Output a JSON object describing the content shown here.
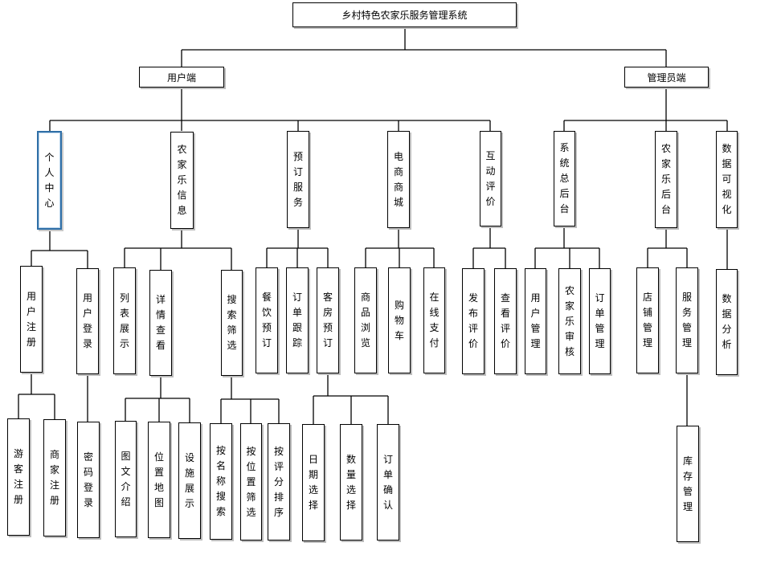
{
  "diagram": {
    "root": "乡村特色农家乐服务管理系统",
    "branches": {
      "user": "用户端",
      "admin": "管理员端"
    },
    "modules": {
      "profile": "个人中心",
      "farm_info": "农家乐信息",
      "booking": "预订服务",
      "mall": "电商商城",
      "review": "互动评价",
      "sys_admin": "系统总后台",
      "farm_admin": "农家乐后台",
      "dataviz": "数据可视化"
    },
    "features": {
      "user_register": "用户注册",
      "user_login": "用户登录",
      "list_display": "列表展示",
      "detail_view": "详情查看",
      "search_filter": "搜索筛选",
      "dining_booking": "餐饮预订",
      "order_tracking": "订单跟踪",
      "room_booking": "客房预订",
      "product_browse": "商品浏览",
      "shopping_cart": "购物车",
      "online_payment": "在线支付",
      "post_review": "发布评价",
      "view_review": "查看评价",
      "user_mgmt": "用户管理",
      "farm_audit": "农家乐审核",
      "order_mgmt": "订单管理",
      "shop_mgmt": "店铺管理",
      "service_mgmt": "服务管理",
      "data_analysis": "数据分析"
    },
    "subfeatures": {
      "guest_register": "游客注册",
      "merchant_register": "商家注册",
      "password_login": "密码登录",
      "text_image_intro": "图文介绍",
      "location_map": "位置地图",
      "facility_display": "设施展示",
      "search_by_name": "按名称搜索",
      "filter_by_location": "按位置筛选",
      "sort_by_rating": "按评分排序",
      "date_select": "日期选择",
      "quantity_select": "数量选择",
      "order_confirm": "订单确认",
      "inventory_mgmt": "库存管理"
    }
  }
}
